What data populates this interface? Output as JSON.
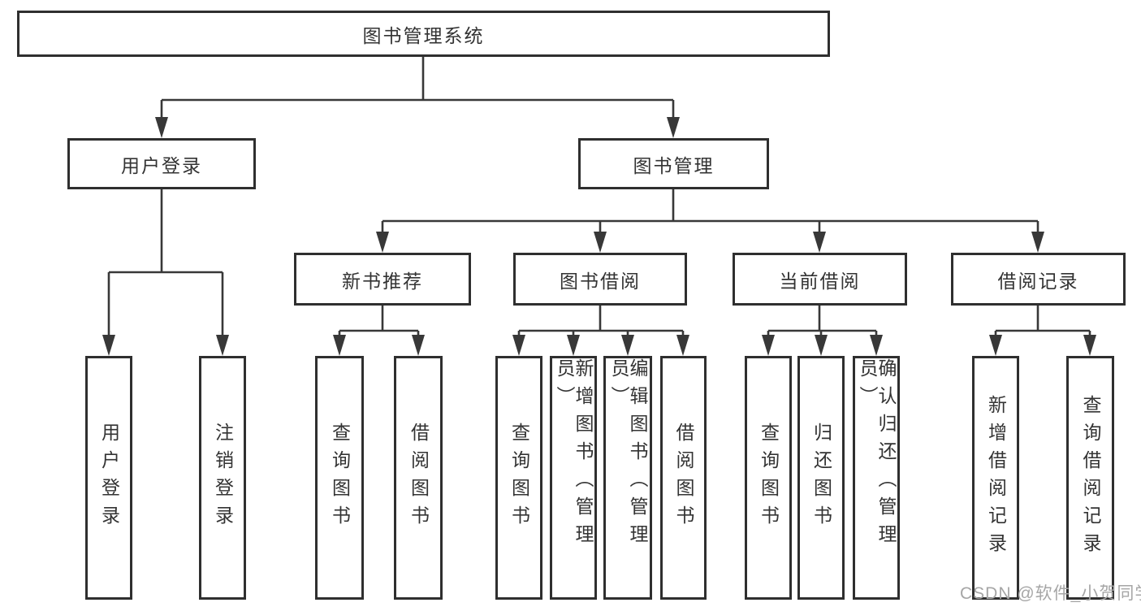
{
  "diagram": {
    "title": "图书管理系统",
    "level2": {
      "user_login": "用户登录",
      "book_mgmt": "图书管理"
    },
    "level3": {
      "new_book_rec": "新书推荐",
      "book_borrow": "图书借阅",
      "current_borrow": "当前借阅",
      "borrow_records": "借阅记录"
    },
    "leaves": {
      "user_login": "用户登录",
      "logout": "注销登录",
      "nbr_query_books": "查询图书",
      "nbr_borrow_books": "借阅图书",
      "bb_query_books": "查询图书",
      "bb_add_books": "新增图书（管理员）",
      "bb_edit_books": "编辑图书（管理员）",
      "bb_borrow_books": "借阅图书",
      "cb_query_books": "查询图书",
      "cb_return_books": "归还图书",
      "cb_confirm_return": "确认归还（管理员）",
      "br_add_record": "新增借阅记录",
      "br_query_record": "查询借阅记录"
    }
  },
  "watermark": {
    "text": "CSDN @软件_小贺同学"
  },
  "colors": {
    "line": "#383838",
    "box_border": "#2f2f2f",
    "text": "#333333",
    "watermark": "#a6a6a6",
    "background": "#ffffff"
  }
}
